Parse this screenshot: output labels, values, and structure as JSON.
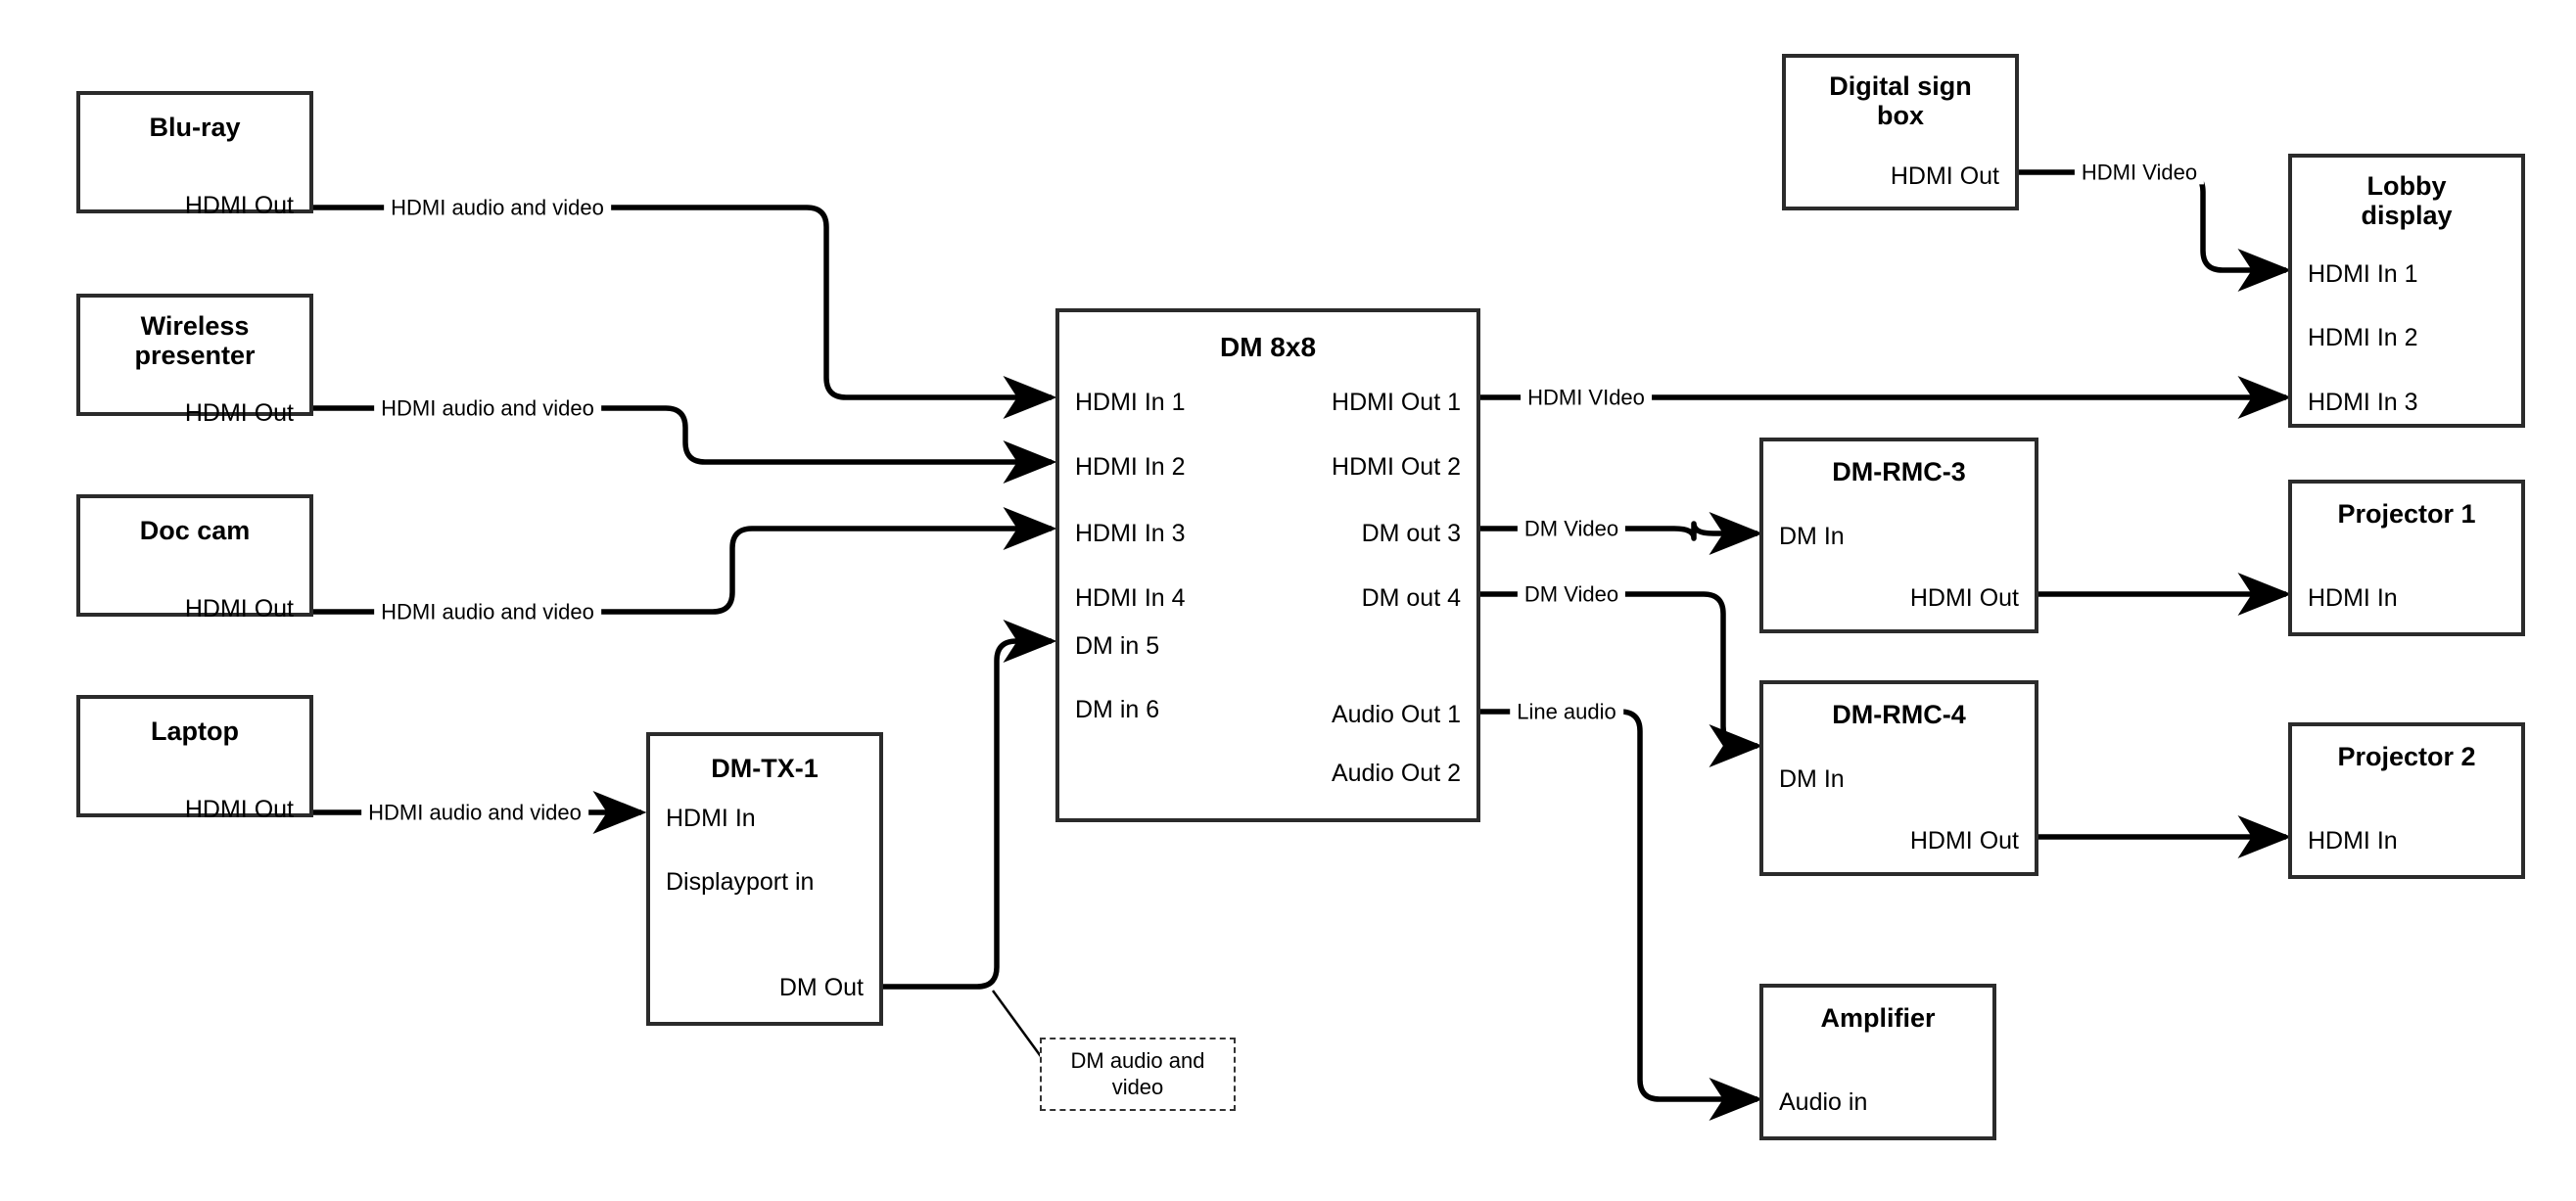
{
  "diagram": {
    "title": "AV signal routing diagram",
    "background": "#ffffff",
    "line_color": "#000000",
    "box_border_color": "#2b2b2b"
  },
  "nodes": {
    "bluray": {
      "title": "Blu-ray",
      "port_out": "HDMI Out"
    },
    "wireless": {
      "title": "Wireless\npresenter",
      "port_out": "HDMI Out"
    },
    "doccam": {
      "title": "Doc cam",
      "port_out": "HDMI Out"
    },
    "laptop": {
      "title": "Laptop",
      "port_out": "HDMI Out"
    },
    "dmtx1": {
      "title": "DM-TX-1",
      "port_in_1": "HDMI In",
      "port_in_2": "Displayport in",
      "port_out": "DM Out"
    },
    "dm8x8": {
      "title": "DM 8x8",
      "inputs": [
        "HDMI In 1",
        "HDMI In 2",
        "HDMI In 3",
        "HDMI In 4",
        "DM in 5",
        "DM in 6"
      ],
      "outputs": [
        "HDMI Out 1",
        "HDMI Out 2",
        "DM out 3",
        "DM out 4",
        "Audio Out 1",
        "Audio Out 2"
      ]
    },
    "digitalsign": {
      "title": "Digital sign\nbox",
      "port_out": "HDMI Out"
    },
    "lobby": {
      "title": "Lobby\ndisplay",
      "inputs": [
        "HDMI In 1",
        "HDMI In 2",
        "HDMI In 3"
      ]
    },
    "rmc3": {
      "title": "DM-RMC-3",
      "port_in": "DM In",
      "port_out": "HDMI Out"
    },
    "rmc4": {
      "title": "DM-RMC-4",
      "port_in": "DM In",
      "port_out": "HDMI Out"
    },
    "proj1": {
      "title": "Projector 1",
      "port_in": "HDMI In"
    },
    "proj2": {
      "title": "Projector 2",
      "port_in": "HDMI In"
    },
    "amp": {
      "title": "Amplifier",
      "port_in": "Audio in"
    }
  },
  "edge_labels": {
    "bluray_to_in1": "HDMI audio and video",
    "wireless_to_in2": "HDMI audio and video",
    "doccam_to_in3": "HDMI audio and video",
    "laptop_to_tx1": "HDMI audio and video",
    "sign_to_lobby1": "HDMI Video",
    "hdmiout1_to_lobby3": "HDMI VIdeo",
    "dmout3_to_rmc3": "DM Video",
    "dmout4_to_rmc4": "DM Video",
    "audioout1_to_amp": "Line audio",
    "tx1_to_dmin5_note": "DM audio and\nvideo"
  }
}
